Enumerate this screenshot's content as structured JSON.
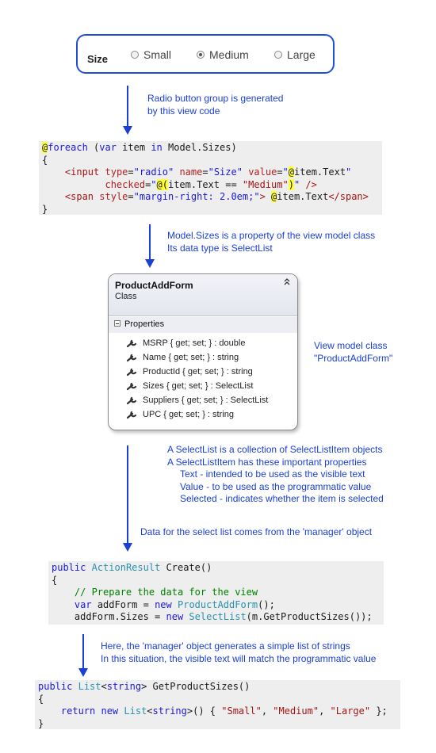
{
  "radio_demo": {
    "label": "Size",
    "options": [
      {
        "label": "Small",
        "checked": false
      },
      {
        "label": "Medium",
        "checked": true
      },
      {
        "label": "Large",
        "checked": false
      }
    ]
  },
  "notes": {
    "n1": [
      "Radio button group is generated",
      "by this view code"
    ],
    "n2": [
      "Model.Sizes is a property of the view model class",
      "Its data type is SelectList"
    ],
    "n3": [
      "View model class",
      "\"ProductAddForm\""
    ],
    "n4": [
      "A SelectList is a collection of SelectListItem objects",
      "A SelectListItem has these important properties",
      "Text - intended to be used as the visible text",
      "Value - to be used as the programmatic value",
      "Selected - indicates whether the item is selected"
    ],
    "n5": "Data for the select list comes from the 'manager' object",
    "n6": [
      "Here, the 'manager' object generates a simple list of strings",
      "In this situation, the visible text will match the programmatic value"
    ]
  },
  "class_diagram": {
    "name": "ProductAddForm",
    "kind": "Class",
    "section": "Properties",
    "properties": [
      "MSRP { get; set; } : double",
      "Name { get; set; } : string",
      "ProductId { get; set; } : string",
      "Sizes { get; set; } : SelectList",
      "Suppliers { get; set; } : SelectList",
      "UPC { get; set; } : string"
    ]
  },
  "colors": {
    "accent": "#1a3fd6",
    "code_bg": "#eeeeee",
    "razor_highlight": "#ffff3a"
  }
}
